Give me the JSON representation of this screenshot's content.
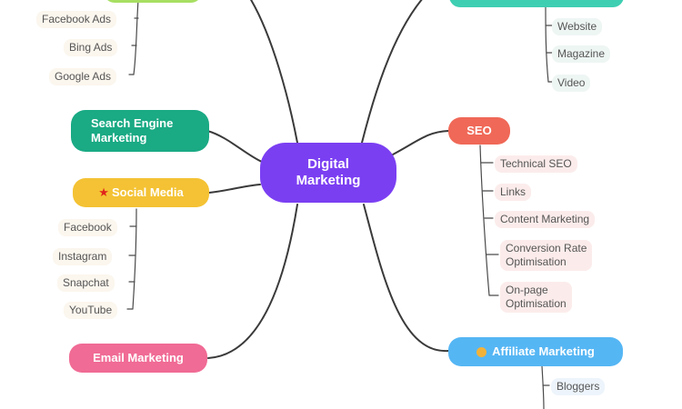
{
  "center": {
    "line1": "Digital",
    "line2": "Marketing"
  },
  "paid_ads": {
    "items": [
      "Facebook Ads",
      "Bing Ads",
      "Google Ads"
    ]
  },
  "content": {
    "items": [
      "Website",
      "Magazine",
      "Video"
    ]
  },
  "search_engine_marketing": {
    "line1": "Search Engine",
    "line2": "Marketing"
  },
  "social_media": {
    "label": "Social Media",
    "icon": "star-icon",
    "items": [
      "Facebook",
      "Instagram",
      "Snapchat",
      "YouTube"
    ]
  },
  "email_marketing": {
    "label": "Email Marketing"
  },
  "seo": {
    "label": "SEO",
    "items": [
      "Technical SEO",
      "Links",
      "Content Marketing"
    ],
    "item_conversion": {
      "line1": "Conversion Rate",
      "line2": "Optimisation"
    },
    "item_onpage": {
      "line1": "On-page",
      "line2": "Optimisation"
    }
  },
  "affiliate_marketing": {
    "label": "Affiliate Marketing",
    "icon": "circle-icon",
    "items": [
      "Bloggers"
    ]
  },
  "colors": {
    "center": "#7b3ff2",
    "paid_ads": "#a8df62",
    "content": "#3ecfb2",
    "search_engine_marketing": "#1aaa84",
    "social_media": "#f4c234",
    "email_marketing": "#f06b95",
    "seo": "#f06857",
    "affiliate_marketing": "#55b6f4"
  }
}
